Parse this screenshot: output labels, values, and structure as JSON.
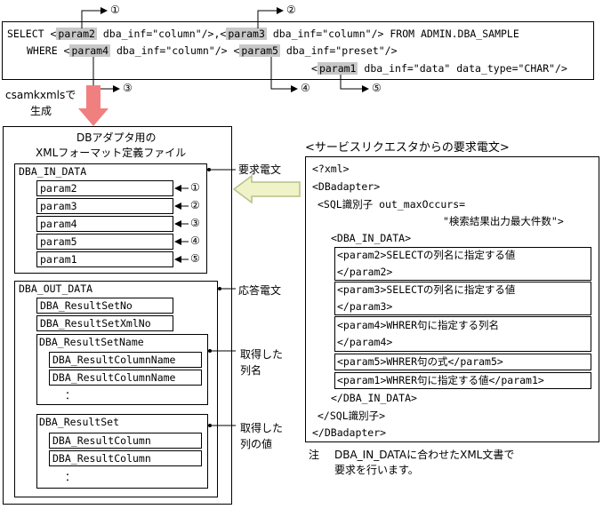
{
  "sql": {
    "line1": {
      "select": "SELECT <",
      "param2": "param2",
      "attr2": " dba_inf=\"column\"/>,<",
      "param3": "param3",
      "attr3": " dba_inf=\"column\"/> FROM ADMIN.DBA_SAMPLE"
    },
    "line2": {
      "where": "WHERE <",
      "param4": "param4",
      "attr4": " dba_inf=\"column\"/> <",
      "param5": "param5",
      "attr5": " dba_inf=\"preset\"/>"
    },
    "line3": {
      "open": "<",
      "param1": "param1",
      "attr1": "  dba_inf=\"data\" data_type=\"CHAR\"/>"
    },
    "markers": [
      "①",
      "②",
      "③",
      "④",
      "⑤"
    ]
  },
  "generate_label": {
    "line1": "csamkxmlsで",
    "line2": "生成"
  },
  "def_file": {
    "title_line1": "DBアダプタ用の",
    "title_line2": "XMLフォーマット定義ファイル",
    "in_data": {
      "label": "DBA_IN_DATA",
      "params": [
        "param2",
        "param3",
        "param4",
        "param5",
        "param1"
      ],
      "markers": [
        "①",
        "②",
        "③",
        "④",
        "⑤"
      ],
      "side_label": "要求電文"
    },
    "out_data": {
      "label": "DBA_OUT_DATA",
      "side_label": "応答電文",
      "set_no": "DBA_ResultSetNo",
      "set_xml_no": "DBA_ResultSetXmlNo",
      "set_name": {
        "label": "DBA_ResultSetName",
        "items": [
          "DBA_ResultColumnName",
          "DBA_ResultColumnName"
        ],
        "ellipsis": "：",
        "side_label_1": "取得した",
        "side_label_2": "列名"
      },
      "result_set": {
        "label": "DBA_ResultSet",
        "items": [
          "DBA_ResultColumn",
          "DBA_ResultColumn"
        ],
        "ellipsis": "：",
        "side_label_1": "取得した",
        "side_label_2": "列の値"
      }
    }
  },
  "request": {
    "title": "<サービスリクエスタからの要求電文>",
    "lines": {
      "xml": "<?xml>",
      "dbadapter": "<DBadapter>",
      "sql_open_1": "<SQL識別子 out_maxOccurs=",
      "sql_open_2": "\"検索結果出力最大件数\">",
      "in_open": "<DBA_IN_DATA>",
      "p2_1": "<param2>SELECTの列名に指定する値",
      "p2_2": "</param2>",
      "p3_1": "<param3>SELECTの列名に指定する値",
      "p3_2": "</param3>",
      "p4_1": "<param4>WHRER句に指定する列名",
      "p4_2": "</param4>",
      "p5": "<param5>WHRER句の式</param5>",
      "p1": "<param1>WHRER句に指定する値</param1>",
      "in_close": "</DBA_IN_DATA>",
      "sql_close": "</SQL識別子>",
      "dbadapter_close": "</DBadapter>"
    }
  },
  "note": {
    "mark": "注",
    "line1": "DBA_IN_DATAに合わせたXML文書で",
    "line2": "要求を行います。"
  },
  "colors": {
    "highlight": "#c8c8c8",
    "down_arrow": "#f08080",
    "left_arrow_fill": "#f0f3c8",
    "left_arrow_stroke": "#b8c088"
  }
}
